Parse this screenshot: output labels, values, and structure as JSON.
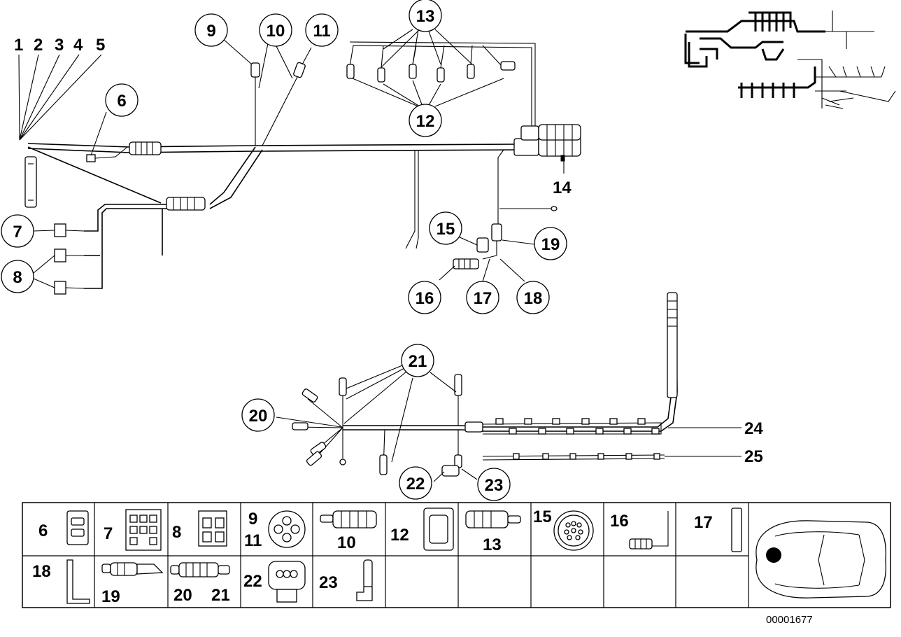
{
  "callouts": {
    "c1": "1",
    "c2": "2",
    "c3": "3",
    "c4": "4",
    "c5": "5",
    "c6": "6",
    "c7": "7",
    "c8": "8",
    "c9": "9",
    "c10": "10",
    "c11": "11",
    "c12": "12",
    "c13": "13",
    "c14": "14",
    "c15": "15",
    "c16": "16",
    "c17": "17",
    "c18": "18",
    "c19": "19",
    "c20": "20",
    "c21": "21",
    "c22": "22",
    "c23": "23",
    "c24": "24",
    "c25": "25"
  },
  "legend": {
    "cell_6": "6",
    "cell_7": "7",
    "cell_8": "8",
    "cell_9": "9",
    "cell_11": "11",
    "cell_10": "10",
    "cell_12": "12",
    "cell_13": "13",
    "cell_15": "15",
    "cell_16": "16",
    "cell_17": "17",
    "cell_18": "18",
    "cell_19": "19",
    "cell_20": "20",
    "cell_21": "21",
    "cell_22": "22",
    "cell_23": "23"
  },
  "reference_number": "00001677"
}
